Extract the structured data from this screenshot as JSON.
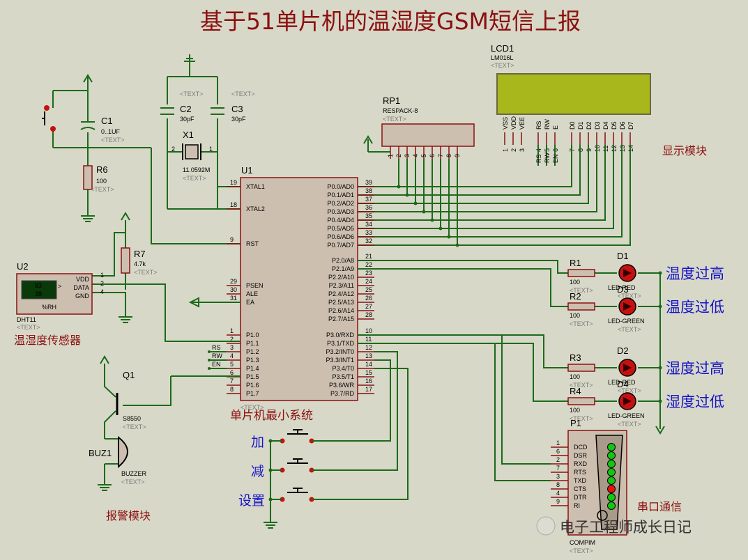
{
  "title": "基于51单片机的温湿度GSM短信上报",
  "lcd": {
    "ref": "LCD1",
    "model": "LM016L",
    "text": "<TEXT>",
    "section": "显示模块",
    "pins": [
      "VSS",
      "VDD",
      "VEE",
      "RS",
      "RW",
      "E",
      "D0",
      "D1",
      "D2",
      "D3",
      "D4",
      "D5",
      "D6",
      "D7"
    ],
    "pin_nums": [
      "1",
      "2",
      "3",
      "4",
      "5",
      "6",
      "7",
      "8",
      "9",
      "10",
      "11",
      "12",
      "13",
      "14"
    ],
    "ctrl_labels": [
      "RS",
      "RW",
      "EN"
    ]
  },
  "rp1": {
    "ref": "RP1",
    "model": "RESPACK-8",
    "text": "<TEXT>",
    "pins": [
      "1",
      "2",
      "3",
      "4",
      "5",
      "6",
      "7",
      "8",
      "9"
    ]
  },
  "c1": {
    "ref": "C1",
    "value": "0..1UF",
    "text": "<TEXT>"
  },
  "c2": {
    "ref": "C2",
    "value": "30pF",
    "text": "<TEXT>"
  },
  "c3": {
    "ref": "C3",
    "value": "30pF",
    "text": "<TEXT>"
  },
  "x1": {
    "ref": "X1",
    "value": "11.0592M",
    "text": "<TEXT>",
    "pin1": "1",
    "pin2": "2"
  },
  "r6": {
    "ref": "R6",
    "value": "100",
    "text": "<TEXT>"
  },
  "r7": {
    "ref": "R7",
    "value": "4.7k",
    "text": "<TEXT>"
  },
  "u1": {
    "ref": "U1",
    "text": "<TEXT>",
    "label": "单片机最小系统",
    "left_pins": [
      {
        "num": "19",
        "name": "XTAL1"
      },
      {
        "num": "18",
        "name": "XTAL2"
      },
      {
        "num": "9",
        "name": "RST"
      },
      {
        "num": "29",
        "name": "PSEN"
      },
      {
        "num": "30",
        "name": "ALE"
      },
      {
        "num": "31",
        "name": "EA"
      },
      {
        "num": "1",
        "name": "P1.0"
      },
      {
        "num": "2",
        "name": "P1.1"
      },
      {
        "num": "3",
        "name": "P1.2"
      },
      {
        "num": "4",
        "name": "P1.3"
      },
      {
        "num": "5",
        "name": "P1.4"
      },
      {
        "num": "6",
        "name": "P1.5"
      },
      {
        "num": "7",
        "name": "P1.6"
      },
      {
        "num": "8",
        "name": "P1.7"
      }
    ],
    "right_pins": [
      {
        "num": "39",
        "name": "P0.0/AD0"
      },
      {
        "num": "38",
        "name": "P0.1/AD1"
      },
      {
        "num": "37",
        "name": "P0.2/AD2"
      },
      {
        "num": "36",
        "name": "P0.3/AD3"
      },
      {
        "num": "35",
        "name": "P0.4/AD4"
      },
      {
        "num": "34",
        "name": "P0.5/AD5"
      },
      {
        "num": "33",
        "name": "P0.6/AD6"
      },
      {
        "num": "32",
        "name": "P0.7/AD7"
      },
      {
        "num": "21",
        "name": "P2.0/A8"
      },
      {
        "num": "22",
        "name": "P2.1/A9"
      },
      {
        "num": "23",
        "name": "P2.2/A10"
      },
      {
        "num": "24",
        "name": "P2.3/A11"
      },
      {
        "num": "25",
        "name": "P2.4/A12"
      },
      {
        "num": "26",
        "name": "P2.5/A13"
      },
      {
        "num": "27",
        "name": "P2.6/A14"
      },
      {
        "num": "28",
        "name": "P2.7/A15"
      },
      {
        "num": "10",
        "name": "P3.0/RXD"
      },
      {
        "num": "11",
        "name": "P3.1/TXD"
      },
      {
        "num": "12",
        "name": "P3.2/INT0"
      },
      {
        "num": "13",
        "name": "P3.3/INT1"
      },
      {
        "num": "14",
        "name": "P3.4/T0"
      },
      {
        "num": "15",
        "name": "P3.5/T1"
      },
      {
        "num": "16",
        "name": "P3.6/WR"
      },
      {
        "num": "17",
        "name": "P3.7/RD"
      }
    ],
    "p1_labels": [
      "RS",
      "RW",
      "EN"
    ]
  },
  "u2": {
    "ref": "U2",
    "model": "DHT11",
    "text": "<TEXT>",
    "label": "温湿度传感器",
    "pins": [
      "VDD",
      "DATA",
      "GND"
    ],
    "pin_nums": [
      "1",
      "2",
      "4"
    ],
    "reading1": "83",
    "reading2": "38",
    "unit": "%RH",
    "arrow": ">"
  },
  "q1": {
    "ref": "Q1",
    "model": "S8550",
    "text": "<TEXT>"
  },
  "buz1": {
    "ref": "BUZ1",
    "model": "BUZZER",
    "text": "<TEXT>",
    "label": "报警模块"
  },
  "leds": [
    {
      "r_ref": "R1",
      "r_val": "100",
      "d_ref": "D1",
      "d_model": "LED-RED",
      "label": "温度过高",
      "color": "#c81010"
    },
    {
      "r_ref": "R2",
      "r_val": "100",
      "d_ref": "D3",
      "d_model": "LED-GREEN",
      "label": "温度过低",
      "color": "#c81010"
    },
    {
      "r_ref": "R3",
      "r_val": "100",
      "d_ref": "D2",
      "d_model": "LED-RED",
      "label": "湿度过高",
      "color": "#c81010"
    },
    {
      "r_ref": "R4",
      "r_val": "100",
      "d_ref": "D4",
      "d_model": "LED-GREEN",
      "label": "湿度过低",
      "color": "#c81010"
    }
  ],
  "buttons": [
    "加",
    "减",
    "设置"
  ],
  "p1": {
    "ref": "P1",
    "model": "COMPIM",
    "text": "<TEXT>",
    "label": "串口通信",
    "pins": [
      "DCD",
      "DSR",
      "RXD",
      "RTS",
      "TXD",
      "CTS",
      "DTR",
      "RI"
    ],
    "pin_nums": [
      "1",
      "6",
      "2",
      "7",
      "3",
      "8",
      "4",
      "9"
    ],
    "led_colors": [
      "#10c810",
      "#10c810",
      "#10c810",
      "#10c810",
      "#10c810",
      "#e81010",
      "#10c810",
      "#10c810"
    ]
  },
  "watermark": "电子工程师成长日记",
  "placeholder": "<TEXT>"
}
